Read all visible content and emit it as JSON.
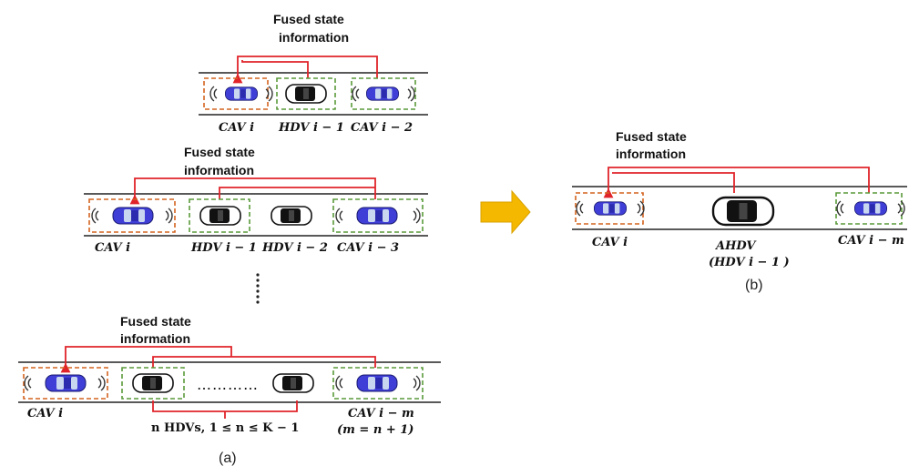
{
  "fused_label_line1": "Fused state",
  "fused_label_line2": "information",
  "row1": {
    "vehicles": [
      "CAV i",
      "HDV i − 1",
      "CAV i − 2"
    ]
  },
  "row2": {
    "vehicles": [
      "CAV i",
      "HDV i − 1",
      "HDV i − 2",
      "CAV i − 3"
    ]
  },
  "ellipsis_vertical": "⋮",
  "row3": {
    "vehicles": [
      "CAV i",
      "CAV i − m"
    ],
    "dots": "…………",
    "cav_m_note": "(m = n + 1)",
    "brace_label": "n HDVs, 1 ≤ n ≤ K − 1"
  },
  "panel_a": "(a)",
  "panel_b": "(b)",
  "right": {
    "vehicles": [
      "CAV i",
      "AHDV",
      "CAV i − m"
    ],
    "ahdv_note": "(HDV i − 1 )"
  },
  "colors": {
    "cav_body": "#3f3fd8",
    "hdv_body": "#111111",
    "link_red": "#e0242a",
    "cav_box": "#d4631f",
    "other_box": "#5a9a3a",
    "arrow": "#f5b800"
  }
}
